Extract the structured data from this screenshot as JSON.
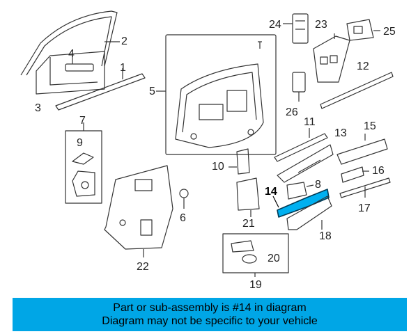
{
  "diagram": {
    "callouts": [
      "1",
      "2",
      "3",
      "4",
      "5",
      "6",
      "7",
      "8",
      "9",
      "10",
      "11",
      "12",
      "13",
      "14",
      "15",
      "16",
      "17",
      "18",
      "19",
      "20",
      "21",
      "22",
      "23",
      "24",
      "25",
      "26"
    ],
    "highlighted_part": "14"
  },
  "banner": {
    "line1": "Part or sub-assembly is #14 in diagram",
    "line2": "Diagram may not be specific to your vehicle"
  },
  "colors": {
    "banner_bg": "#00a6e6",
    "highlight": "#00b0f0",
    "line": "#333333"
  }
}
